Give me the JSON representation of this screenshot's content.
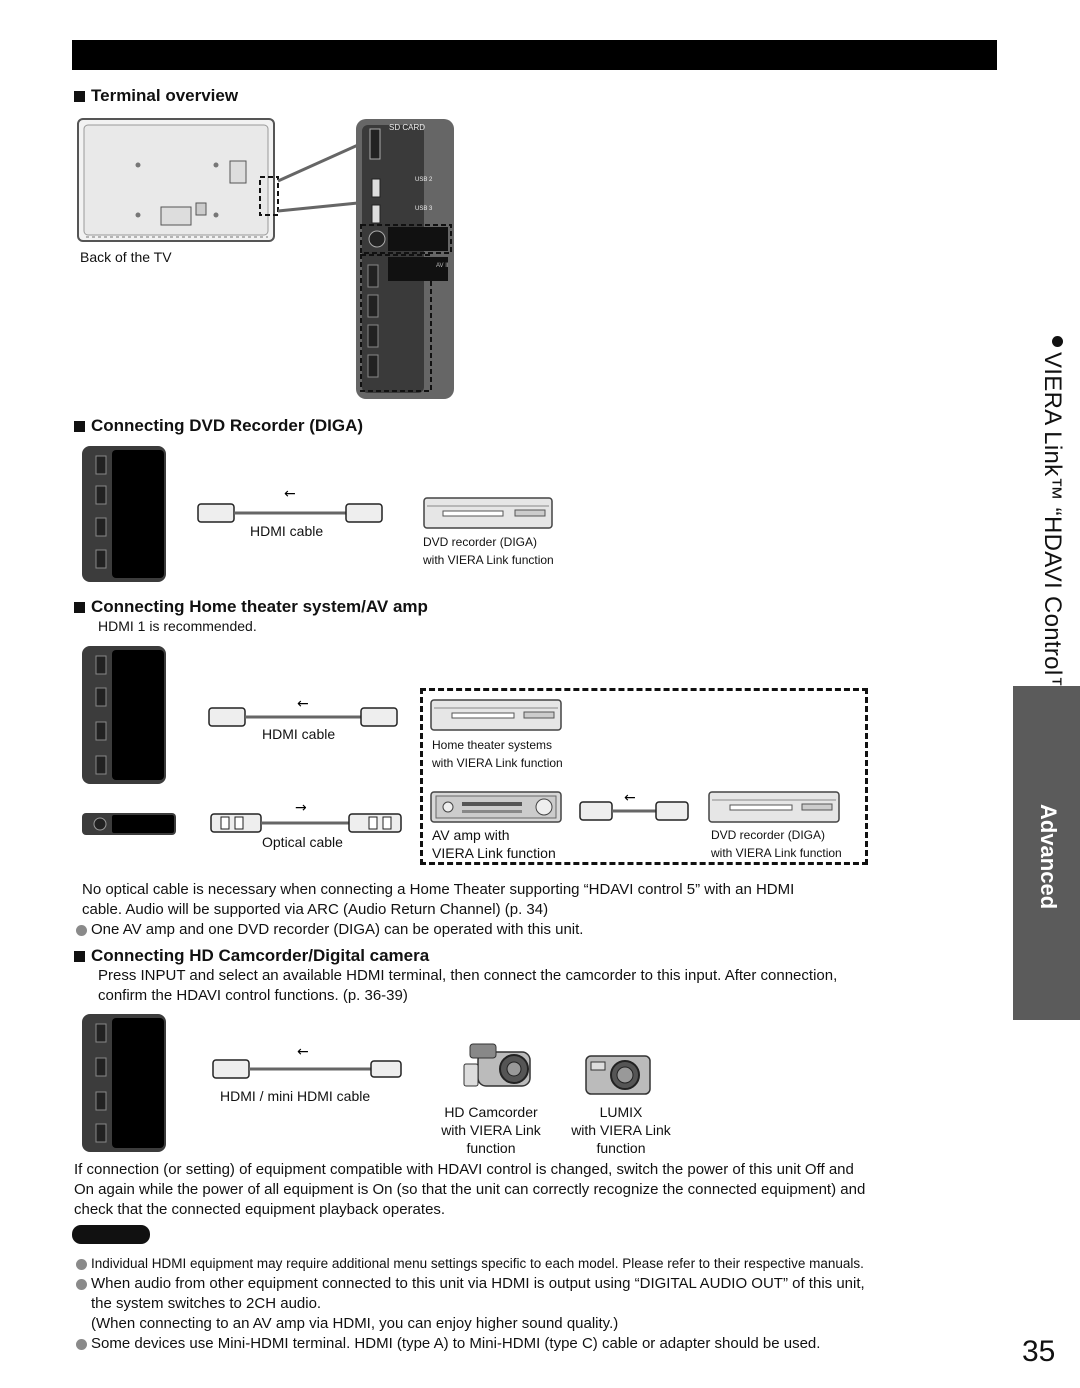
{
  "sections": {
    "terminal_overview": "Terminal overview",
    "back_of_tv": "Back of the TV",
    "sd_card_label": "SD CARD",
    "usb2_label": "USB 2",
    "usb3_label": "USB 3",
    "av2_label": "AV II",
    "dvd_recorder": "Connecting DVD Recorder (DIGA)",
    "home_theater": "Connecting Home theater system/AV amp",
    "hd_camcorder": "Connecting HD Camcorder/Digital camera"
  },
  "dvd_section": {
    "cable": "HDMI cable",
    "device_line1": "DVD recorder (DIGA)",
    "device_line2": "with VIERA Link function"
  },
  "home_section": {
    "recommend": "HDMI 1 is recommended.",
    "hdmi_cable": "HDMI cable",
    "optical_cable": "Optical cable",
    "ht_line1": "Home theater systems",
    "ht_line2": "with VIERA Link function",
    "amp_line1": "AV amp with",
    "amp_line2": "VIERA Link function",
    "dvd_line1": "DVD recorder (DIGA)",
    "dvd_line2": "with VIERA Link function",
    "note1_line1": "No optical cable is necessary when connecting a Home Theater supporting “HDAVI control 5” with an HDMI",
    "note1_line2": "cable. Audio will be supported via ARC (Audio Return Channel) (p. 34)",
    "note2": "One AV amp and one DVD recorder (DIGA) can be operated with this unit."
  },
  "camcorder_section": {
    "desc_line1": "Press INPUT and select an available HDMI terminal, then connect the camcorder to this input. After connection,",
    "desc_line2": "confirm the HDAVI control functions. (p. 36-39)",
    "cable": "HDMI / mini HDMI cable",
    "cam_line1": "HD Camcorder",
    "cam_line2": "with VIERA Link",
    "cam_line3": "function",
    "lumix_line1": "LUMIX",
    "lumix_line2": "with VIERA Link",
    "lumix_line3": "function"
  },
  "footer_para": {
    "line1": "If connection (or setting) of equipment compatible with HDAVI control is changed, switch the power of this unit Off and",
    "line2": "On again while the power of all equipment is On (so that the unit can correctly recognize the connected equipment) and",
    "line3": "check that the connected equipment playback operates."
  },
  "notes": {
    "b1": "Individual HDMI equipment may require additional menu settings specific to each model. Please refer to their respective manuals.",
    "b2_line1": "When audio from other equipment connected to this unit via HDMI is output using “DIGITAL AUDIO OUT” of this unit,",
    "b2_line2": "the system switches to 2CH audio.",
    "b2_line3": "(When connecting to an AV amp via HDMI, you can enjoy higher sound quality.)",
    "b3": "Some devices use Mini-HDMI terminal.  HDMI (type A) to Mini-HDMI (type C) cable or adapter should be used."
  },
  "sidebar": {
    "title": "VIERA Link™ “HDAVI Control™”",
    "tab": "Advanced"
  },
  "page_number": "35"
}
